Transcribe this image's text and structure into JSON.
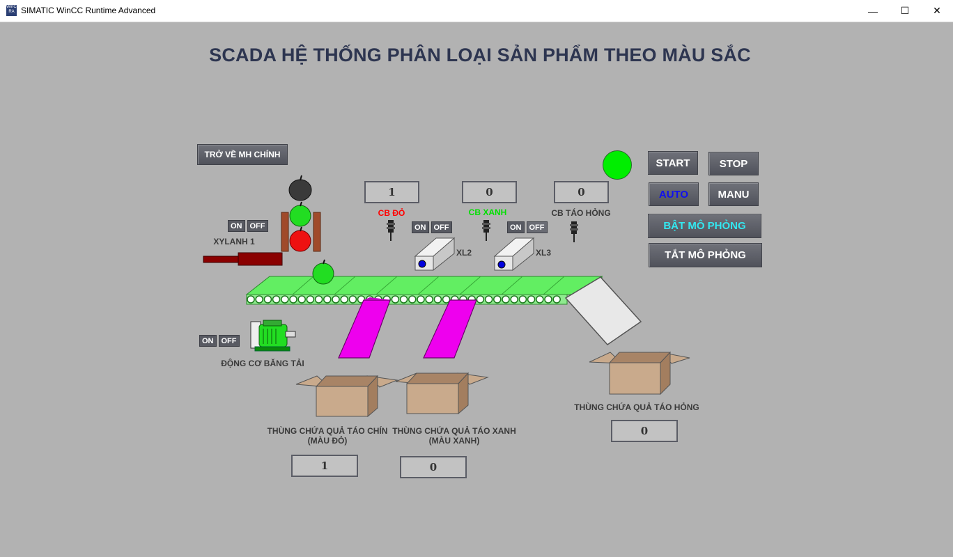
{
  "window": {
    "title": "SIMATIC WinCC Runtime Advanced",
    "icon_text": "WinCC RA",
    "controls": {
      "minimize": "—",
      "maximize": "☐",
      "close": "✕"
    }
  },
  "screen": {
    "title": "SCADA HỆ THỐNG PHÂN LOẠI SẢN PHẨM THEO MÀU SẮC",
    "back_button": "TRỞ VỀ MH CHÍNH",
    "status_lamp_color": "#00ee00"
  },
  "control_panel": {
    "start": "START",
    "stop": "STOP",
    "auto": "AUTO",
    "manu": "MANU",
    "sim_on": "BẬT MÔ PHỎNG",
    "sim_off": "TẮT MÔ PHỎNG"
  },
  "sensors": [
    {
      "label": "CB ĐỎ",
      "count": "1",
      "color": "#ff0000"
    },
    {
      "label": "CB XANH",
      "count": "0",
      "color": "#00e000"
    },
    {
      "label": "CB TÁO HỎNG",
      "count": "0",
      "color": "#3a3a3a"
    }
  ],
  "switches": {
    "on": "ON",
    "off": "OFF"
  },
  "actuators": {
    "xylanh1": "XYLANH 1",
    "xl2": "XL2",
    "xl3": "XL3",
    "motor": "ĐỘNG CƠ BĂNG TẢI"
  },
  "bins": [
    {
      "label": "THÙNG CHỨA QUẢ TÁO CHÍN\n(MÀU ĐỎ)",
      "line1": "THÙNG CHỨA QUẢ TÁO CHÍN",
      "line2": "(MÀU ĐỎ)",
      "count": "1"
    },
    {
      "label": "THÙNG CHỨA QUẢ TÁO XANH\n(MÀU XANH)",
      "line1": "THÙNG CHỨA QUẢ TÁO XANH",
      "line2": "(MÀU XANH)",
      "count": "0"
    },
    {
      "label": "THÙNG CHỨA QUẢ TÁO HỎNG",
      "line1": "THÙNG CHỨA QUẢ TÁO HỎNG",
      "line2": "",
      "count": "0"
    }
  ]
}
